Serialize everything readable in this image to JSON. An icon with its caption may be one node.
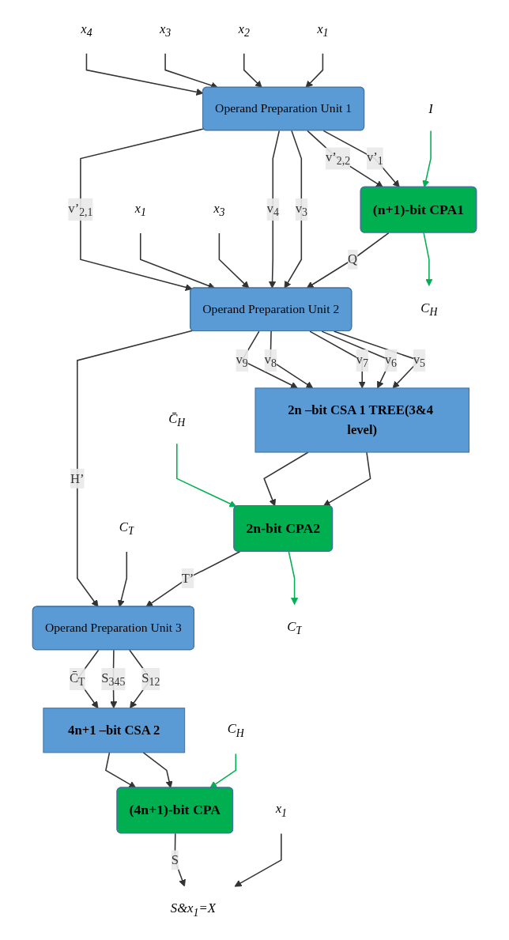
{
  "diagram": {
    "nodes": [
      {
        "text": [
          "x$_{1}$"
        ]
      },
      {
        "text": [
          "x$_{2}$"
        ]
      },
      {
        "text": [
          "x$_{3}$"
        ]
      },
      {
        "text": [
          "x$_{4}$"
        ]
      },
      {
        "text": [
          "Operand Preparation Unit 1"
        ]
      },
      {
        "text": [
          "(n+1)-bit CPA1"
        ]
      },
      {
        "text": [
          "C$_{H}$"
        ]
      },
      {
        "text": [
          "I"
        ]
      },
      {
        "text": [
          "x$_{1}$"
        ]
      },
      {
        "text": [
          "x$_{3}$"
        ]
      },
      {
        "text": [
          "Operand Preparation Unit 2"
        ]
      },
      {
        "text": [
          "2n –bit CSA 1 TREE(3&4 level)"
        ]
      },
      {
        "text": [
          "2n-bit CPA2"
        ]
      },
      {
        "text": [
          "C$_{T}$"
        ]
      },
      {
        "text": [
          "C̄$_{H}$"
        ]
      },
      {
        "text": [
          "C$_{T}$"
        ]
      },
      {
        "text": [
          "Operand Preparation Unit 3"
        ]
      },
      {
        "text": [
          "4n+1 –bit CSA 2"
        ]
      },
      {
        "text": [
          "(4n+1)-bit CPA"
        ]
      },
      {
        "text": [
          "C$_{H}$"
        ]
      },
      {
        "text": [
          "x$_{1}$"
        ]
      },
      {
        "text": [
          "S&x$_{1}$=X"
        ]
      }
    ],
    "edges": [
      {
        "from": 0,
        "to": 4,
        "arrow": "to"
      },
      {
        "from": 1,
        "to": 4,
        "arrow": "to"
      },
      {
        "from": 2,
        "to": 4,
        "arrow": "to"
      },
      {
        "from": 3,
        "to": 4,
        "arrow": "to"
      },
      {
        "from": 4,
        "to": 5,
        "arrow": "to",
        "label": "v’$_{1}$"
      },
      {
        "from": 4,
        "to": 5,
        "arrow": "to",
        "label": "v’$_{2,2}$"
      },
      {
        "from": 4,
        "to": 10,
        "arrow": "to",
        "label": "v$_{3}$"
      },
      {
        "from": 4,
        "to": 10,
        "arrow": "to",
        "label": "v$_{4}$"
      },
      {
        "from": 4,
        "to": 10,
        "arrow": "to",
        "label": "v’$_{2,1}$"
      },
      {
        "from": 5,
        "to": 6,
        "arrow": "to",
        "color": "#00b050"
      },
      {
        "from": 7,
        "to": 5,
        "arrow": "to",
        "color": "#00b050"
      },
      {
        "from": 5,
        "to": 10,
        "arrow": "to",
        "label": "Q"
      },
      {
        "from": 8,
        "to": 10,
        "arrow": "to"
      },
      {
        "from": 9,
        "to": 10,
        "arrow": "to"
      },
      {
        "from": 10,
        "to": 11,
        "arrow": "to",
        "label": "v$_{5}$"
      },
      {
        "from": 10,
        "to": 11,
        "arrow": "to",
        "label": "v$_{6}$"
      },
      {
        "from": 10,
        "to": 11,
        "arrow": "to",
        "label": "v$_{7}$"
      },
      {
        "from": 10,
        "to": 11,
        "arrow": "to",
        "label": "v$_{8}$"
      },
      {
        "from": 10,
        "to": 11,
        "arrow": "to",
        "label": "v$_{9}$"
      },
      {
        "from": 10,
        "to": 16,
        "arrow": "to",
        "label": "H’"
      },
      {
        "from": 11,
        "to": 12,
        "arrow": "to"
      },
      {
        "from": 11,
        "to": 12,
        "arrow": "to"
      },
      {
        "from": 12,
        "to": 13,
        "arrow": "to",
        "color": "#00b050"
      },
      {
        "from": 14,
        "to": 12,
        "arrow": "to",
        "color": "#00b050"
      },
      {
        "from": 12,
        "to": 16,
        "arrow": "to",
        "label": "T’"
      },
      {
        "from": 15,
        "to": 16,
        "arrow": "to"
      },
      {
        "from": 16,
        "to": 17,
        "arrow": "to",
        "label": "S$_{12}$"
      },
      {
        "from": 16,
        "to": 17,
        "arrow": "to",
        "label": "S$_{345}$"
      },
      {
        "from": 16,
        "to": 17,
        "arrow": "to",
        "label": "C̄$_{T}$"
      },
      {
        "from": 17,
        "to": 18,
        "arrow": "to"
      },
      {
        "from": 17,
        "to": 18,
        "arrow": "to"
      },
      {
        "from": 19,
        "to": 18,
        "arrow": "to",
        "color": "#00b050"
      },
      {
        "from": 18,
        "to": 21,
        "arrow": "to",
        "label": "S"
      },
      {
        "from": 20,
        "to": 21,
        "arrow": "to"
      }
    ]
  }
}
